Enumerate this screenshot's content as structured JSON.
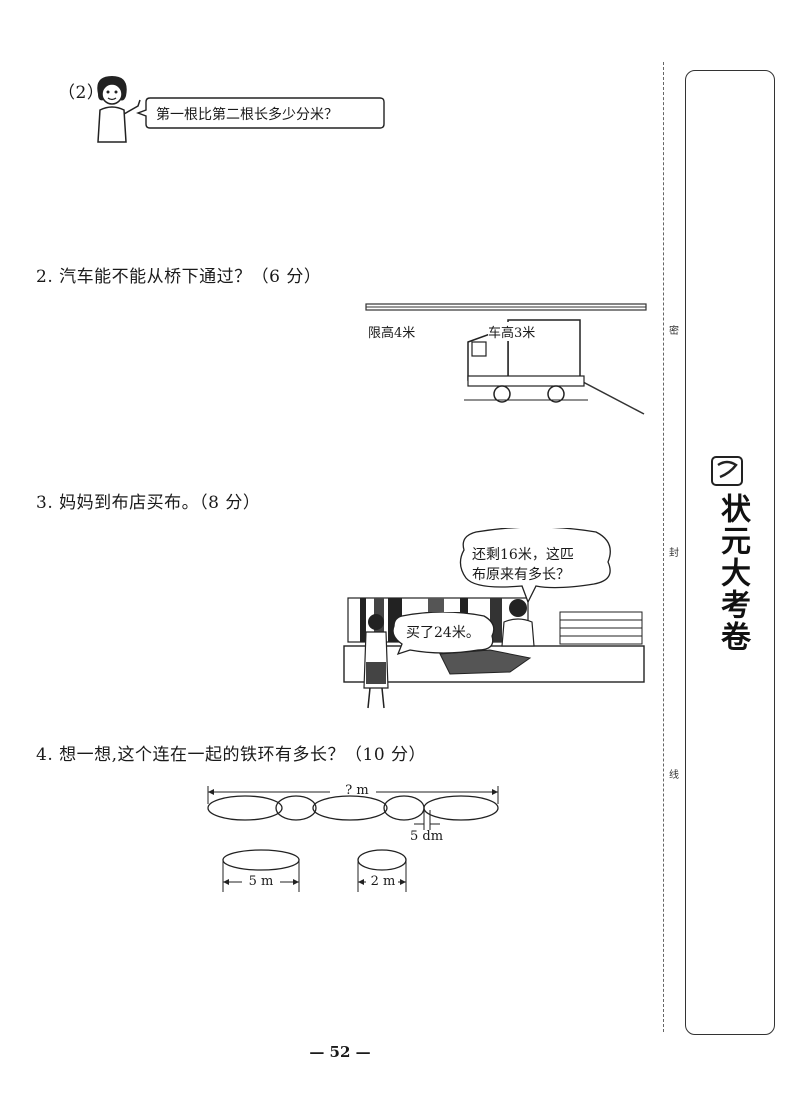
{
  "questions": {
    "q1_part2": {
      "label": "（2）",
      "bubble": "第一根比第二根长多少分米？"
    },
    "q2": {
      "text": "2. 汽车能不能从桥下通过？（6 分）",
      "bridge_label": "限高4米",
      "truck_label": "车高3米"
    },
    "q3": {
      "text": "3. 妈妈到布店买布。（8 分）",
      "seller_bubble_line1": "还剩16米，这匹",
      "seller_bubble_line2": "布原来有多长？",
      "mother_bubble": "买了24米。"
    },
    "q4": {
      "text": "4. 想一想,这个连在一起的铁环有多长？（10 分）",
      "total_label": "? m",
      "overlap_label": "5 dm",
      "big_ring_label": "5 m",
      "small_ring_label": "2 m"
    }
  },
  "sidebar": {
    "brand": "状元大考卷",
    "seal_chars": [
      "密",
      "封",
      "线"
    ]
  },
  "footer": {
    "page_number": "— 52 —"
  }
}
